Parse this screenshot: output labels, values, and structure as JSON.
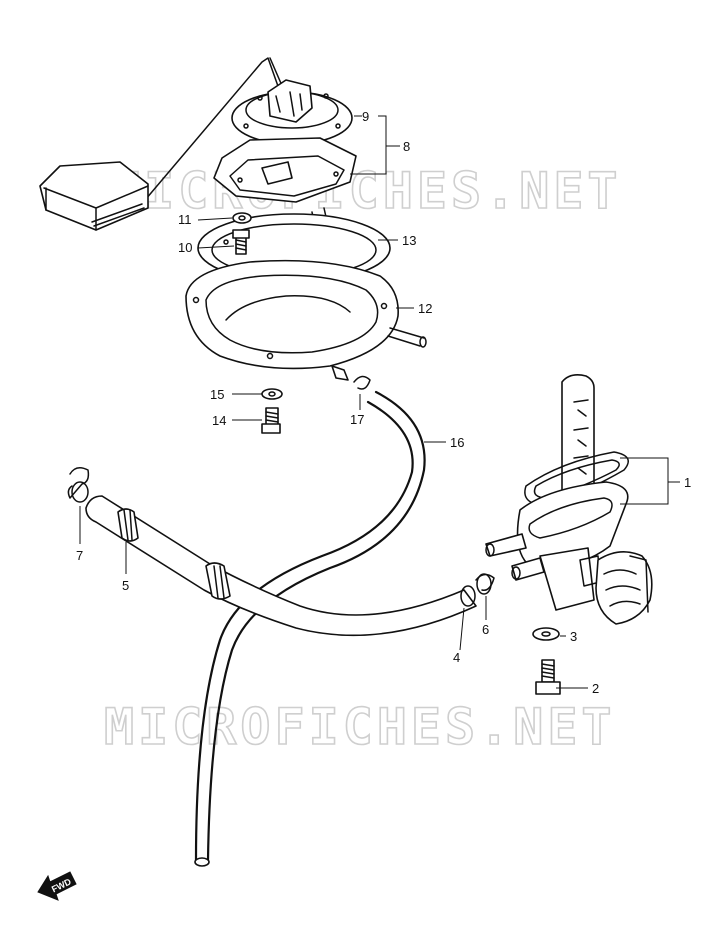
{
  "watermarks": [
    "MICROFICHES.NET",
    "MICROFICHES.NET"
  ],
  "fwd_label": "FWD",
  "callouts": {
    "c1": "1",
    "c2": "2",
    "c3": "3",
    "c4": "4",
    "c5": "5",
    "c6": "6",
    "c7": "7",
    "c8": "8",
    "c9": "9",
    "c10": "10",
    "c11": "11",
    "c12": "12",
    "c13": "13",
    "c14": "14",
    "c15": "15",
    "c16": "16",
    "c17": "17"
  }
}
